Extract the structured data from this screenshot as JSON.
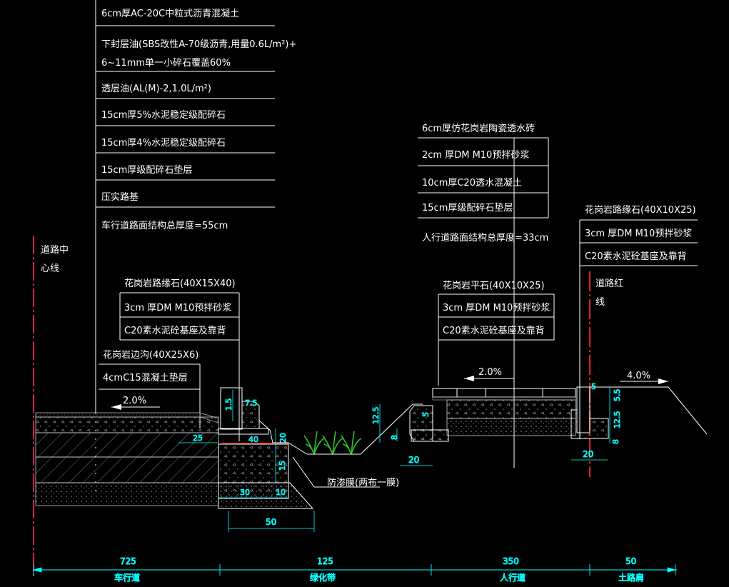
{
  "colors": {
    "background": "#000000",
    "text": "#ffffff",
    "dimension": "#00ffff",
    "redline": "#e0202a",
    "hatch": "#8a8a8a",
    "plant": "#2ec42e"
  },
  "road_layers": [
    "6cm厚AC-20C中粒式沥青混凝土",
    "下封层油(SBS改性A-70级沥青,用量0.6L/m²)+",
    "6~11mm单一小碎石覆盖60%",
    "透层油(AL(M)-2,1.0L/m²)",
    "15cm厚5%水泥稳定级配碎石",
    "15cm厚4%水泥稳定级配碎石",
    "15cm厚级配碎石垫层",
    "压实路基",
    "车行道路面结构总厚度=55cm"
  ],
  "sidewalk_layers": [
    "6cm厚仿花岗岩陶瓷透水砖",
    "2cm 厚DM M10预拌砂浆",
    "10cm厚C20透水混凝土",
    "15cm厚级配碎石垫层",
    "人行道路面结构总厚度=33cm"
  ],
  "curb_main": [
    "花岗岩路缘石(40X15X40)",
    "3cm 厚DM M10预拌砂浆",
    "C20素水泥砼基座及靠背"
  ],
  "gutter": [
    "花岗岩边沟(40X25X6)",
    "4cmC15混凝土垫层"
  ],
  "paver": [
    "花岗岩平石(40X10X25)",
    "3cm 厚DM M10预拌砂浆",
    "C20素水泥砼基座及靠背"
  ],
  "curb_right": [
    "花岗岩路缘石(40X10X25)",
    "3cm 厚DM M10预拌砂浆",
    "C20素水泥砼基座及靠背"
  ],
  "center_line": [
    "道路中",
    "心线"
  ],
  "red_line": [
    "道路红",
    "线"
  ],
  "membrane": "防渗膜(两布一膜)",
  "slopes": {
    "road": "2.0%",
    "sidewalk": "2.0%",
    "shoulder": "4.0%"
  },
  "dims": {
    "d1_5": "1.5",
    "d7_5": "7.5",
    "d25": "25",
    "d40": "40",
    "d20v": "20",
    "d15v": "15",
    "d30": "30",
    "d10": "10",
    "d50": "50",
    "d12_5a": "12.5",
    "d5a": "5",
    "d8a": "8",
    "d20a": "20",
    "d5b": "5",
    "d8b": "8",
    "d12_5b": "12.5",
    "d5_5": "5.5",
    "d20b": "20"
  },
  "bottom": {
    "widths": [
      "725",
      "125",
      "350",
      "50"
    ],
    "names": [
      "车行道",
      "绿化带",
      "人行道",
      "土路肩"
    ]
  }
}
